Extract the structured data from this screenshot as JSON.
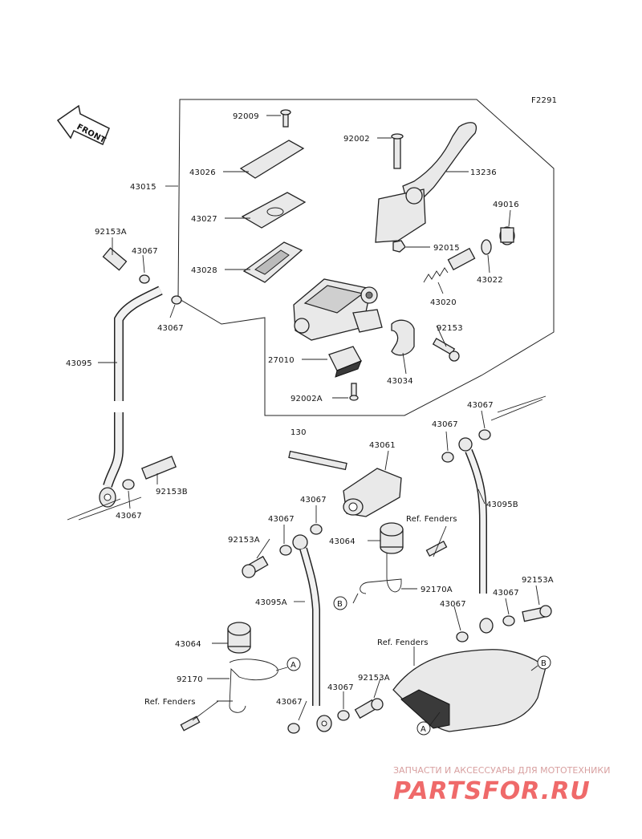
{
  "diagram_code": "F2291",
  "front_label": "FRONT",
  "brake_ref": "130",
  "parts": {
    "p92009": "92009",
    "p92002": "92002",
    "p13236": "13236",
    "p43015": "43015",
    "p43026": "43026",
    "p43027": "43027",
    "p43028": "43028",
    "p49016": "49016",
    "p92015": "92015",
    "p43022": "43022",
    "p43020": "43020",
    "p92153": "92153",
    "p27010": "27010",
    "p43034": "43034",
    "p92002A": "92002A",
    "p92153A_1": "92153A",
    "p43067_1": "43067",
    "p43067_2": "43067",
    "p43095": "43095",
    "p43067_3": "43067",
    "p92153B": "92153B",
    "p43067_4": "43067",
    "p43067_5": "43067",
    "p43061": "43061",
    "p43067_6": "43067",
    "p43095B": "43095B",
    "p43067_7": "43067",
    "p92153A_2": "92153A",
    "p43064_1": "43064",
    "p92170A": "92170A",
    "p43095A": "43095A",
    "p43067_8": "43067",
    "p92153A_3": "92153A",
    "p43064_2": "43064",
    "p92170": "92170",
    "p43067_9": "43067",
    "p43067_10": "43067",
    "p92153A_4": "92153A"
  },
  "references": {
    "ref_fenders_1": "Ref. Fenders",
    "ref_fenders_2": "Ref. Fenders",
    "ref_fenders_3": "Ref. Fenders"
  },
  "callouts": {
    "a1": "A",
    "a2": "A",
    "b1": "B",
    "b2": "B"
  },
  "watermark": {
    "tagline": "ЗАПЧАСТИ И АКСЕССУАРЫ ДЛЯ МОТОТЕХНИКИ",
    "brand": "PARTSFOR.RU"
  }
}
